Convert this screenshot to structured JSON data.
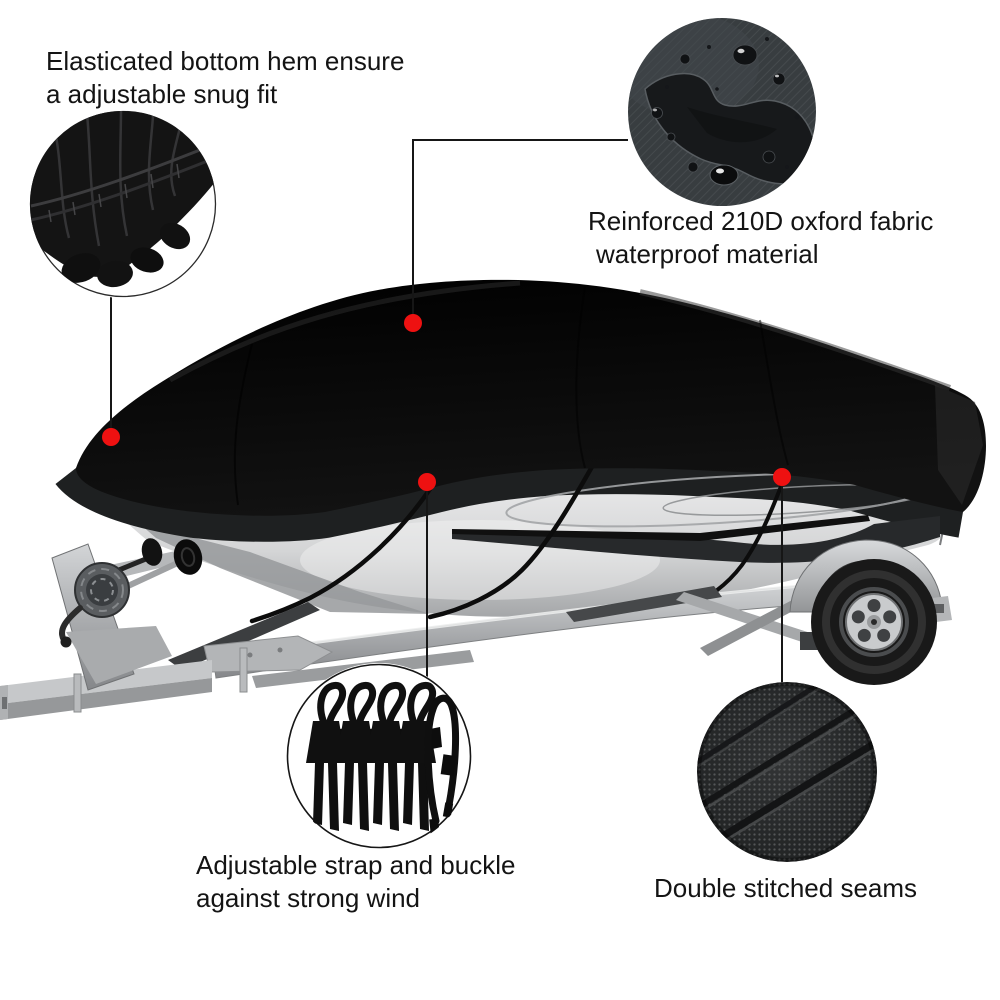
{
  "subject": "boat cover on boat and trailer product infographic",
  "captions": {
    "elastic_hem": {
      "line1": "Elasticated bottom hem ensure",
      "line2": "a adjustable snug fit"
    },
    "waterproof": {
      "line1": "Reinforced 210D oxford fabric",
      "line2": "waterproof material"
    },
    "straps": {
      "line1": "Adjustable strap and buckle",
      "line2": "against strong wind"
    },
    "seams": {
      "line1": "Double stitched seams"
    }
  },
  "markers": {
    "color": "#ee1111"
  },
  "insets": {
    "elastic_hem": "elastic-hem-fabric-photo",
    "waterproof": "waterproof-fabric-photo",
    "straps": "straps-and-buckles-photo",
    "seams": "double-stitched-seams-photo"
  }
}
